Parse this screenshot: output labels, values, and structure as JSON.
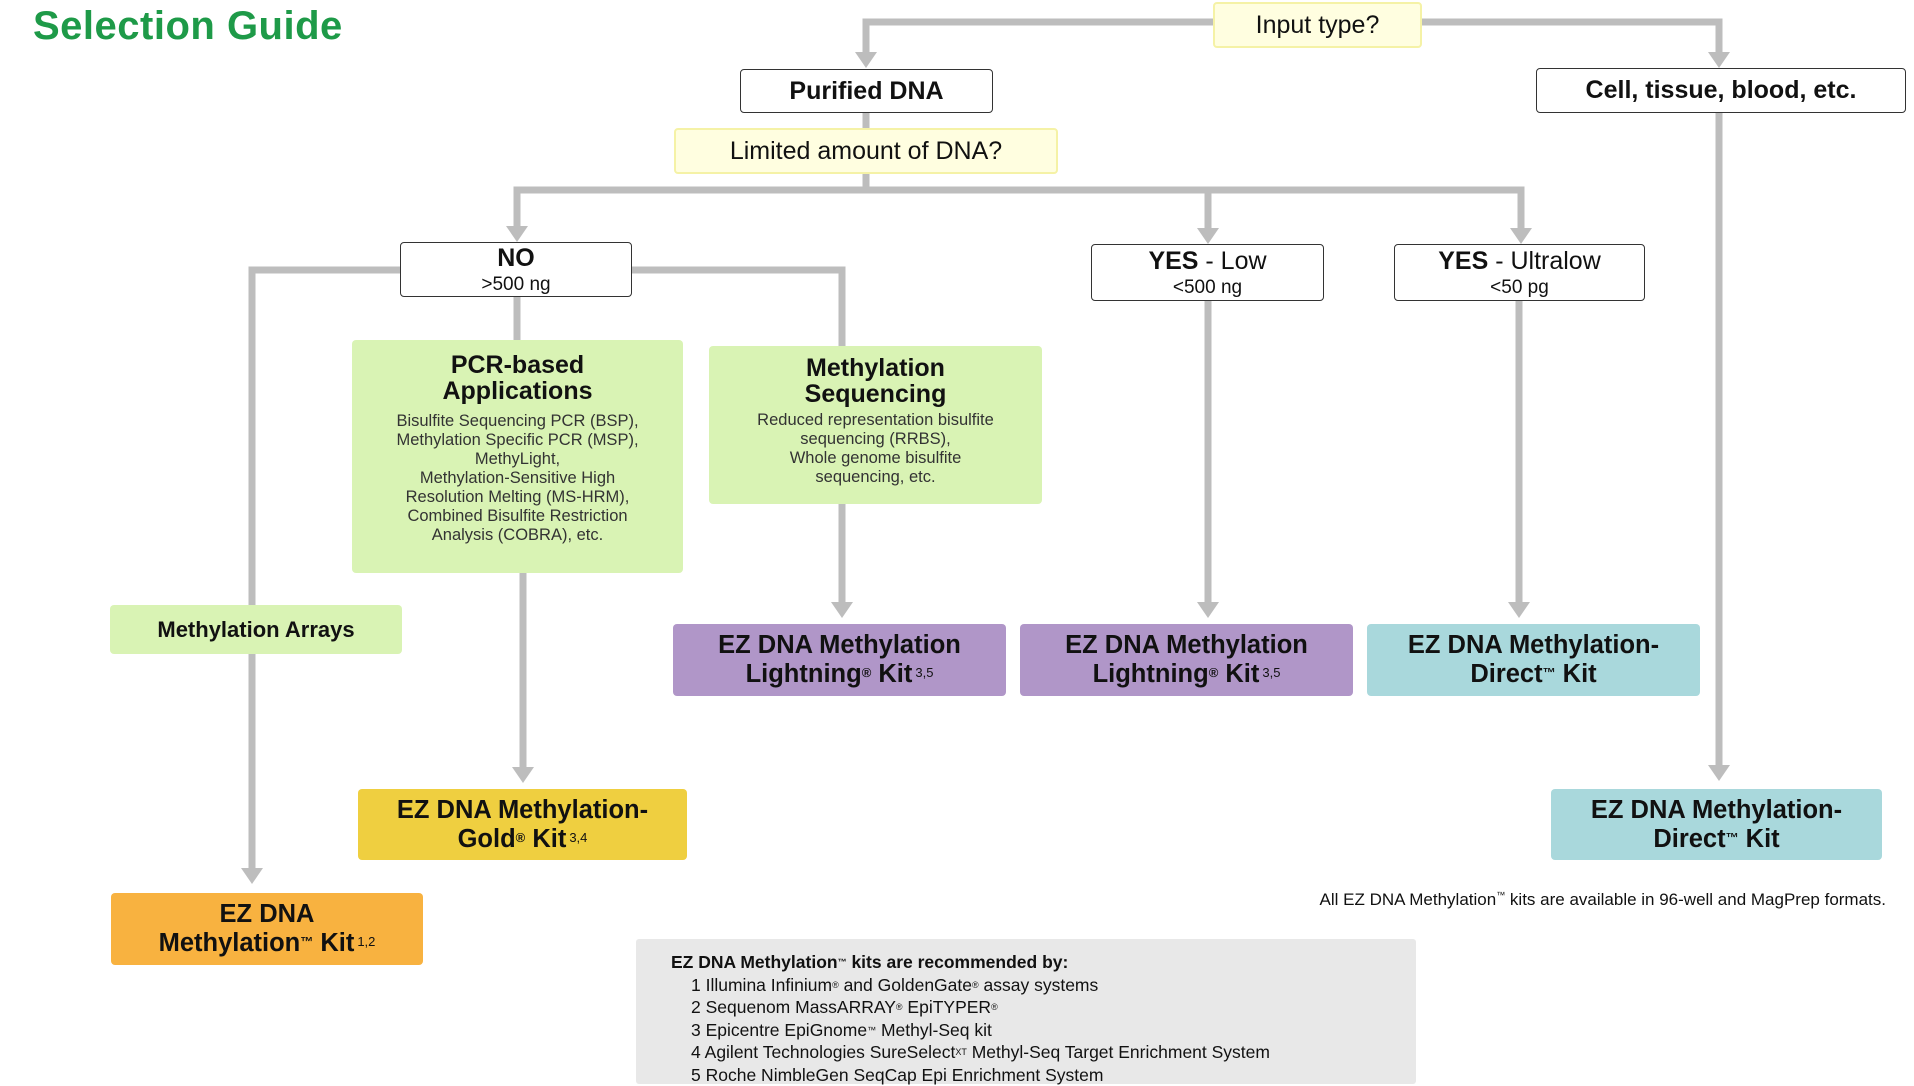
{
  "title": "Selection Guide",
  "colors": {
    "title": "#1e9a48",
    "question_fill": "#fffee0",
    "application_fill": "#d9f3b4",
    "lightning_kit": "#b096c8",
    "direct_kit": "#a9d8dc",
    "gold_kit": "#efcf40",
    "methylation_kit": "#f8b240",
    "connector": "#bdbdbd",
    "footnote_fill": "#e8e8e8"
  },
  "nodes": {
    "input_type": "Input type?",
    "purified_dna": "Purified DNA",
    "cell_tissue": "Cell, tissue, blood, etc.",
    "limited_dna": "Limited amount of DNA?",
    "no": {
      "label": "NO",
      "sub": ">500 ng"
    },
    "yes_low": {
      "label_bold": "YES",
      "label_rest": " - Low",
      "sub": "<500 ng"
    },
    "yes_ultralow": {
      "label_bold": "YES",
      "label_rest": " - Ultralow",
      "sub": "<50 pg"
    },
    "pcr": {
      "title_line1": "PCR-based",
      "title_line2": "Applications",
      "desc": [
        "Bisulfite Sequencing PCR (BSP),",
        "Methylation Specific PCR (MSP),",
        "MethyLight,",
        "Methylation-Sensitive High",
        "Resolution Melting (MS-HRM),",
        "Combined Bisulfite Restriction",
        "Analysis (COBRA), etc."
      ]
    },
    "meth_seq": {
      "title_line1": "Methylation",
      "title_line2": "Sequencing",
      "desc": [
        "Reduced representation bisulfite",
        "sequencing (RRBS),",
        "Whole genome bisulfite",
        "sequencing, etc."
      ]
    },
    "meth_arrays": "Methylation Arrays"
  },
  "kits": {
    "lightning_1": {
      "line1": "EZ DNA Methylation",
      "line2": "Lightning",
      "mark": "®",
      "line2_end": " Kit",
      "refs": "3,5"
    },
    "lightning_2": {
      "line1": "EZ DNA Methylation",
      "line2": "Lightning",
      "mark": "®",
      "line2_end": " Kit",
      "refs": "3,5"
    },
    "direct_1": {
      "line1": "EZ DNA Methylation-",
      "line2": "Direct",
      "mark": "™",
      "line2_end": " Kit",
      "refs": ""
    },
    "direct_2": {
      "line1": "EZ DNA Methylation-",
      "line2": "Direct",
      "mark": "™",
      "line2_end": " Kit",
      "refs": ""
    },
    "gold": {
      "line1": "EZ DNA Methylation-",
      "line2": "Gold",
      "mark": "®",
      "line2_end": " Kit",
      "refs": "3,4"
    },
    "methylation": {
      "line1": "EZ DNA",
      "line2": "Methylation",
      "mark": "™",
      "line2_end": " Kit",
      "refs": "1,2"
    }
  },
  "availability_note": {
    "pre": "All EZ DNA Methylation",
    "mark": "™",
    "post": " kits are available in 96-well and MagPrep formats."
  },
  "footnotes": {
    "heading_pre": "EZ DNA Methylation",
    "heading_mark": "™",
    "heading_post": " kits are recommended by:",
    "items": [
      {
        "num": "1",
        "pre": "Illumina Infinium",
        "m1": "®",
        "mid": " and GoldenGate",
        "m2": "®",
        "post": " assay systems"
      },
      {
        "num": "2",
        "pre": "Sequenom MassARRAY",
        "m1": "®",
        "mid": " EpiTYPER",
        "m2": "®",
        "post": ""
      },
      {
        "num": "3",
        "pre": "Epicentre EpiGnome",
        "m1": "™",
        "mid": " Methyl-Seq kit",
        "m2": "",
        "post": ""
      },
      {
        "num": "4",
        "pre": "Agilent Technologies SureSelect",
        "m1": "XT",
        "mid": " Methyl-Seq Target Enrichment System",
        "m2": "",
        "post": ""
      },
      {
        "num": "5",
        "pre": "Roche NimbleGen SeqCap Epi Enrichment System",
        "m1": "",
        "mid": "",
        "m2": "",
        "post": ""
      }
    ]
  }
}
